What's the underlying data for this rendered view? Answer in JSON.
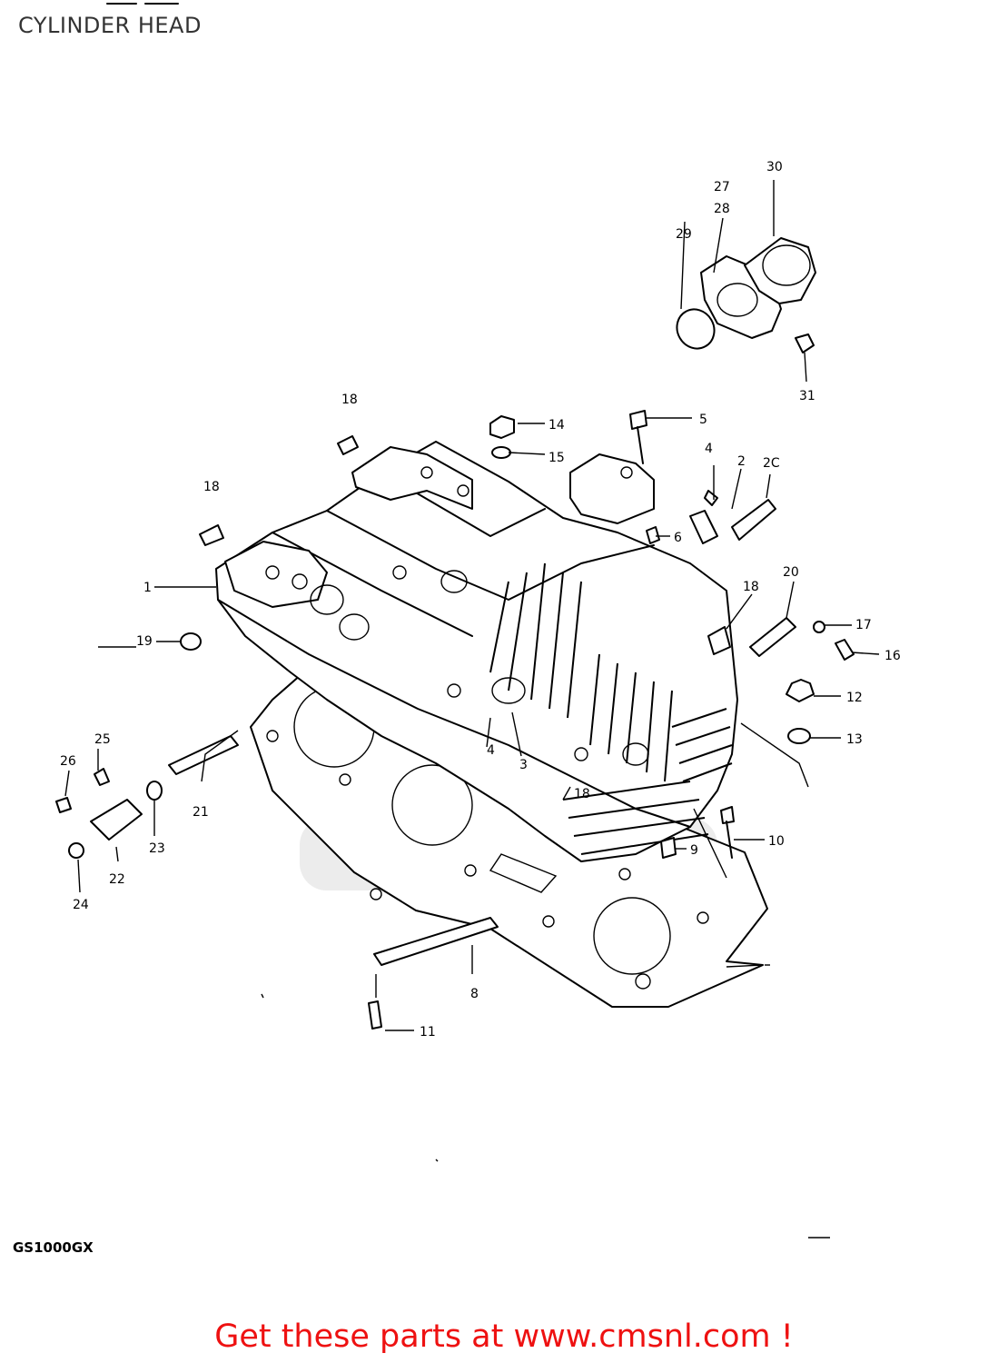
{
  "header": {
    "title": "CYLINDER HEAD"
  },
  "model_code": "GS1000GX",
  "footer": {
    "cta": "Get these parts at www.cmsnl.com !"
  },
  "callouts": {
    "c1": "1",
    "c2": "2",
    "c3": "3",
    "c4a": "4",
    "c4b": "4",
    "c5": "5",
    "c6": "6",
    "c8": "8",
    "c9": "9",
    "c10": "10",
    "c11": "11",
    "c12": "12",
    "c13": "13",
    "c14": "14",
    "c15": "15",
    "c16": "16",
    "c17": "17",
    "c18a": "18",
    "c18b": "18",
    "c18c": "18",
    "c18d": "18",
    "c19": "19",
    "c20a": "2C",
    "c20b": "20",
    "c21": "21",
    "c22": "22",
    "c23": "23",
    "c24": "24",
    "c25": "25",
    "c26": "26",
    "c27": "27",
    "c28": "28",
    "c29": "29",
    "c30": "30",
    "c31": "31"
  }
}
